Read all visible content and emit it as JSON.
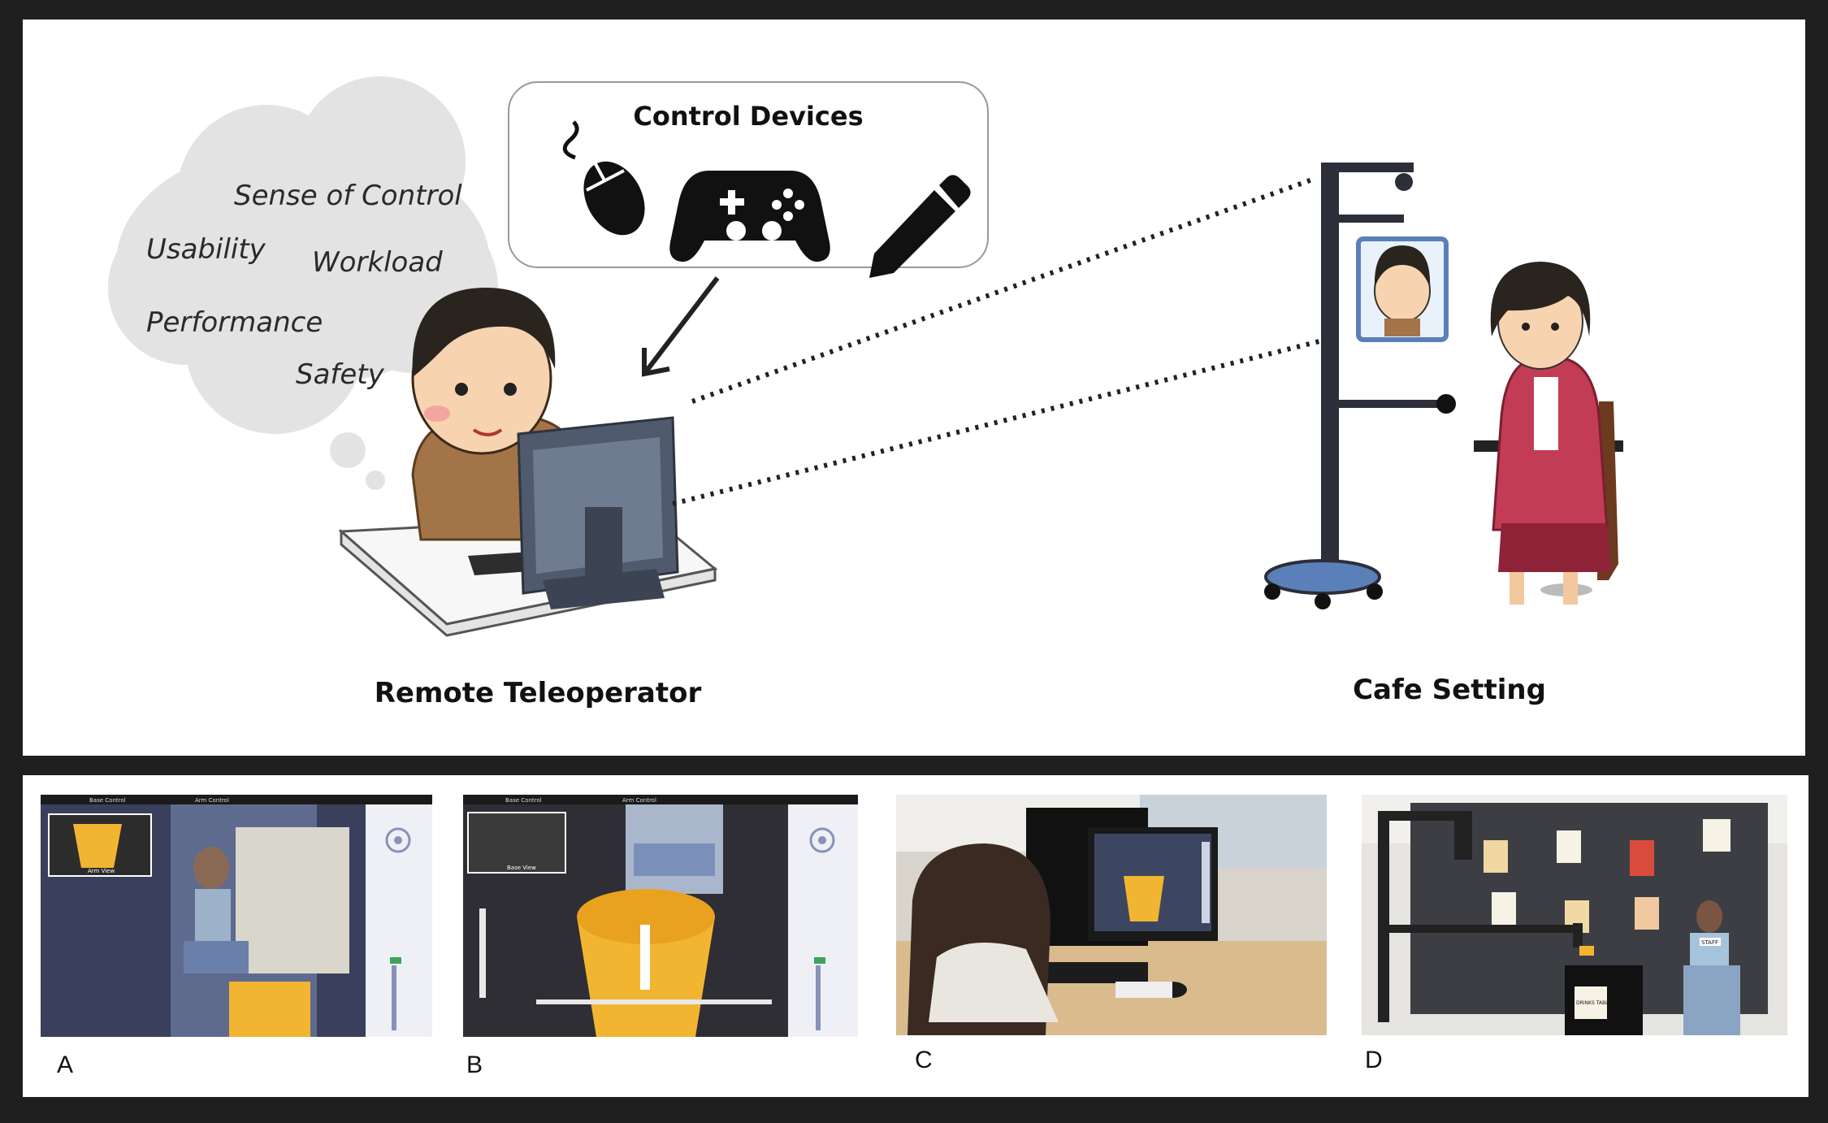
{
  "concept_diagram": {
    "thought_cloud": {
      "items": [
        "Sense of Control",
        "Usability",
        "Workload",
        "Performance",
        "Safety"
      ]
    },
    "control_devices": {
      "title": "Control Devices",
      "icons": [
        "mouse-icon",
        "gamepad-icon",
        "stylus-pen-icon"
      ]
    },
    "left_label": "Remote Teleoperator",
    "right_label": "Cafe Setting"
  },
  "panels": {
    "a": {
      "letter": "A",
      "ui_tabs": [
        "Base Control",
        "Arm Control"
      ],
      "inset_label": "Arm View"
    },
    "b": {
      "letter": "B",
      "ui_tabs": [
        "Base Control",
        "Arm Control"
      ],
      "inset_label": "Base View"
    },
    "c": {
      "letter": "C"
    },
    "d": {
      "letter": "D",
      "badge": "STAFF",
      "sign": "DRINKS TABLE"
    }
  },
  "colors": {
    "frame": "#1f1f1f",
    "cloud": "#e3e3e3",
    "robot": "#2c2f3a",
    "robot_base": "#5b7fb8",
    "cup_yellow": "#f2b531",
    "ui_blue": "#5d6fb0"
  }
}
